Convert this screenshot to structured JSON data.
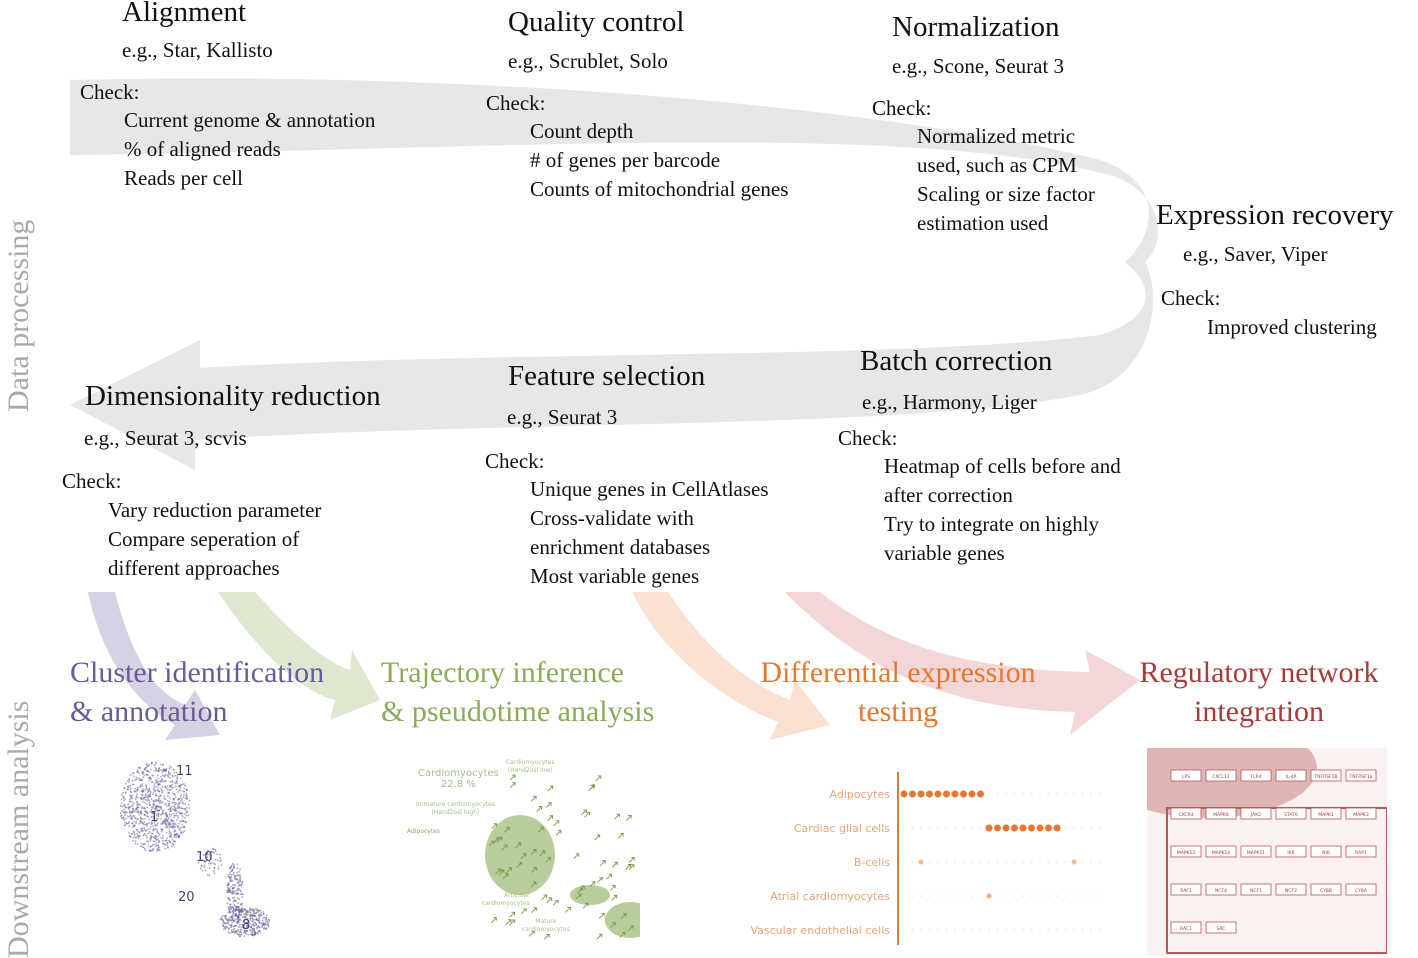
{
  "side_labels": {
    "top": "Data processing",
    "bottom": "Downstream analysis"
  },
  "colors": {
    "arrow": "#e6e7e8",
    "cluster": "#6b5b9a",
    "trajectory": "#8aab5a",
    "differential": "#e8772e",
    "network": "#a83a3a"
  },
  "steps": [
    {
      "title": "Alignment",
      "example": "e.g., Star, Kallisto",
      "check": "Check:",
      "items": [
        "Current genome & annotation",
        "% of aligned reads",
        "Reads per cell"
      ]
    },
    {
      "title": "Quality control",
      "example": "e.g., Scrublet, Solo",
      "check": "Check:",
      "items": [
        "Count depth",
        "# of genes per barcode",
        "Counts of mitochondrial genes"
      ]
    },
    {
      "title": "Normalization",
      "example": "e.g., Scone, Seurat 3",
      "check": "Check:",
      "items": [
        "Normalized metric",
        "used, such as CPM",
        "Scaling or size factor",
        "estimation used"
      ]
    },
    {
      "title": "Expression recovery",
      "example": "e.g., Saver, Viper",
      "check": "Check:",
      "items": [
        "Improved clustering"
      ]
    },
    {
      "title": "Batch correction",
      "example": "e.g., Harmony, Liger",
      "check": "Check:",
      "items": [
        "Heatmap of cells before and",
        "after correction",
        "Try to integrate on highly",
        "variable genes"
      ]
    },
    {
      "title": "Feature selection",
      "example": "e.g., Seurat 3",
      "check": "Check:",
      "items": [
        "Unique genes in CellAtlases",
        "Cross-validate with",
        "enrichment databases",
        "Most  variable genes"
      ]
    },
    {
      "title": "Dimensionality reduction",
      "example": "e.g., Seurat 3, scvis",
      "check": "Check:",
      "items": [
        "Vary reduction parameter",
        "Compare seperation of",
        "different approaches"
      ]
    }
  ],
  "downstream": [
    {
      "line1": "Cluster identification",
      "line2": "& annotation"
    },
    {
      "line1": "Trajectory inference",
      "line2": "& pseudotime analysis"
    },
    {
      "line1": "Differential expression",
      "line2": "testing"
    },
    {
      "line1": "Regulatory network",
      "line2": "integration"
    }
  ],
  "cluster_plot": {
    "labels": [
      "11",
      "1",
      "10",
      "20",
      "8"
    ]
  },
  "trajectory_plot": {
    "title": "Cardiomyocytes",
    "percent": "22.8 %",
    "labels": [
      "Cardiomyocytes",
      "(Hand2osl low)",
      "Immature cardiomyocytes",
      "(Hand2osl high)",
      "Adipocytes",
      "Articular",
      "cardiomyocytes",
      "Mature",
      "cardiomyocytes"
    ]
  },
  "dot_plot": {
    "categories": [
      "Adipocytes",
      "Cardiac glial cells",
      "B-cells",
      "Atrial cardiomyocytes",
      "Vascular endothelial cells"
    ]
  },
  "network_plot": {
    "nodes": [
      "LPS",
      "CXCL12",
      "TLR4",
      "IL-4R",
      "TNFRSF1B",
      "TNFRSF1a",
      "CXCR4",
      "MAPK8",
      "JAK2",
      "STAT6",
      "MAPK1",
      "MAPK3",
      "MAPK13",
      "MAPK14",
      "MAPK11",
      "IKK",
      "NIK",
      "RAP1",
      "RAF1",
      "NCF4",
      "NCF1",
      "NCF2",
      "CYBB",
      "CYBA",
      "RAC1",
      "SRC"
    ]
  }
}
